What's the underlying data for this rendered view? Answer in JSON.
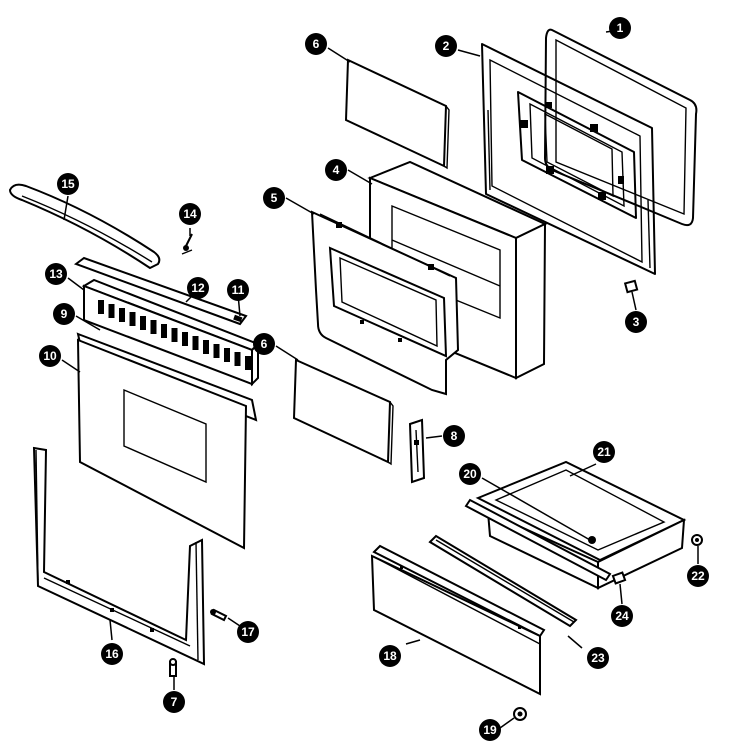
{
  "diagram": {
    "callouts": [
      {
        "id": "c1",
        "label": "1"
      },
      {
        "id": "c2",
        "label": "2"
      },
      {
        "id": "c3",
        "label": "3"
      },
      {
        "id": "c4",
        "label": "4"
      },
      {
        "id": "c5",
        "label": "5"
      },
      {
        "id": "c6a",
        "label": "6"
      },
      {
        "id": "c6b",
        "label": "6"
      },
      {
        "id": "c7",
        "label": "7"
      },
      {
        "id": "c8",
        "label": "8"
      },
      {
        "id": "c9",
        "label": "9"
      },
      {
        "id": "c10",
        "label": "10"
      },
      {
        "id": "c11",
        "label": "11"
      },
      {
        "id": "c12",
        "label": "12"
      },
      {
        "id": "c13",
        "label": "13"
      },
      {
        "id": "c14",
        "label": "14"
      },
      {
        "id": "c15",
        "label": "15"
      },
      {
        "id": "c16",
        "label": "16"
      },
      {
        "id": "c17",
        "label": "17"
      },
      {
        "id": "c18",
        "label": "18"
      },
      {
        "id": "c19",
        "label": "19"
      },
      {
        "id": "c20",
        "label": "20"
      },
      {
        "id": "c21",
        "label": "21"
      },
      {
        "id": "c22",
        "label": "22"
      },
      {
        "id": "c23",
        "label": "23"
      },
      {
        "id": "c24",
        "label": "24"
      }
    ]
  }
}
